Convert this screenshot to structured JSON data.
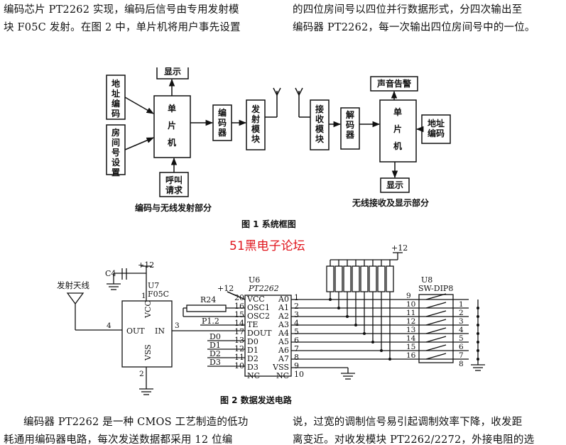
{
  "paragraph_top": {
    "left": [
      "编码芯片 PT2262 实现，编码后信号由专用发射模",
      "块 F05C 发射。在图 2 中，单片机将用户事先设置"
    ],
    "right": [
      "的四位房间号以四位并行数据形式，分四次输出至",
      "编码器 PT2262，每一次输出四位房间号中的一位。"
    ]
  },
  "figure1": {
    "blocks": {
      "addr_code_left": "地址编码",
      "room_set": "房间号设置",
      "display_left": "显示",
      "mcu_left": "单片机",
      "call_req": "呼叫请求",
      "encoder": "编码器",
      "tx_module": "发射模块",
      "rx_module": "接收模块",
      "decoder": "解码器",
      "mcu_right": "单片机",
      "sound_alarm": "声音告警",
      "addr_code_right": "地址编码",
      "display_right": "显示"
    },
    "label_left": "编码与无线发射部分",
    "label_right": "无线接收及显示部分",
    "caption": "图 1  系统框图"
  },
  "watermark": "51黑电子论坛",
  "figure2": {
    "caption": "图 2  数据发送电路",
    "antenna_label": "发射天线",
    "c4": "C4",
    "u7": "U7",
    "f05c": "F05C",
    "plus12": "+12",
    "u6": "U6",
    "pt2262": "PT2262",
    "r24": "R24",
    "p12": "P1.2",
    "u8": "U8",
    "sw_dip": "SW-DIP8",
    "f05c_pins": [
      "VCC",
      "OUT",
      "IN",
      "VSS"
    ],
    "f05c_pin_nums": [
      "1",
      "4",
      "3",
      "2"
    ],
    "u6_left_pins": [
      "VCC",
      "OSC1",
      "OSC2",
      "TE",
      "DOUT",
      "D0",
      "D1",
      "D2",
      "D3",
      "NC"
    ],
    "u6_left_nums": [
      "20",
      "16",
      "15",
      "14",
      "17",
      "13",
      "12",
      "11",
      "10",
      ""
    ],
    "u6_right_pins": [
      "A0",
      "A1",
      "A2",
      "A3",
      "A4",
      "A5",
      "A6",
      "A7",
      "VSS",
      "NC"
    ],
    "u6_right_nums": [
      "1",
      "2",
      "3",
      "4",
      "5",
      "6",
      "7",
      "8",
      "9",
      "10"
    ],
    "data_nets": [
      "D0",
      "D1",
      "D2",
      "D3"
    ],
    "dip_left_nums": [
      "9",
      "10",
      "11",
      "12",
      "13",
      "14",
      "15",
      "16"
    ],
    "dip_right_nums": [
      "1",
      "2",
      "3",
      "4",
      "5",
      "6",
      "7",
      "8"
    ]
  },
  "paragraph_bottom": {
    "left": [
      "编码器 PT2262 是一种 CMOS 工艺制造的低功",
      "耗通用编码器电路，每次发送数据都采用 12 位编"
    ],
    "right": [
      "说，过宽的调制信号易引起调制效率下降，收发距",
      "离变近。对收发模块 PT2262/2272，外接电阻的选"
    ]
  }
}
